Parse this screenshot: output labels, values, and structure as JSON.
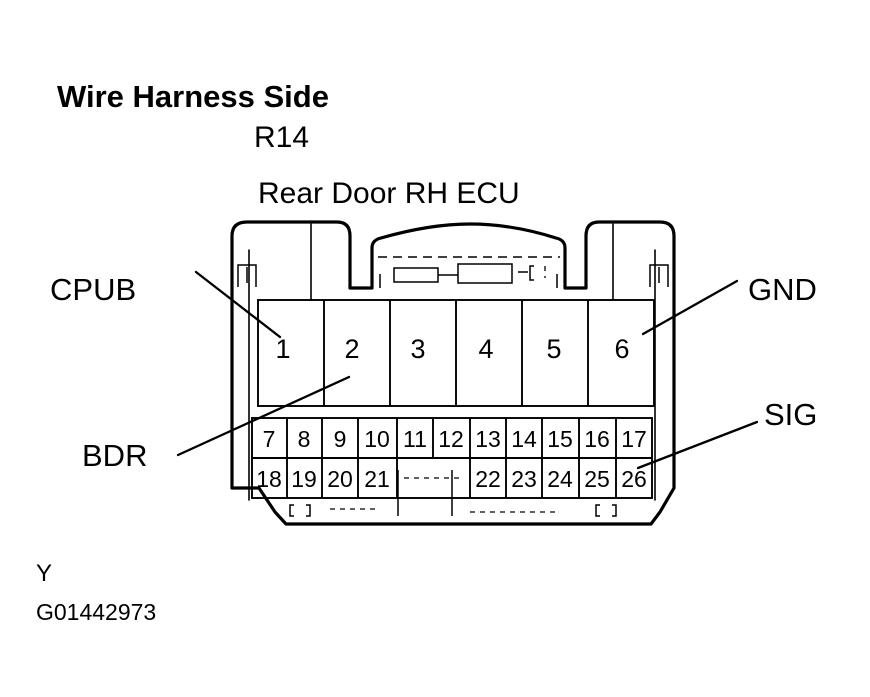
{
  "header": {
    "title": "Wire Harness Side",
    "connector_code": "R14",
    "connector_name": "Rear Door RH ECU"
  },
  "callouts": [
    {
      "label": "CPUB",
      "target_pin": "1",
      "side": "left"
    },
    {
      "label": "BDR",
      "target_pin": "2",
      "side": "left"
    },
    {
      "label": "GND",
      "target_pin": "6",
      "side": "right"
    },
    {
      "label": "SIG",
      "target_pin": "26",
      "side": "right"
    }
  ],
  "connector": {
    "row_top": [
      "1",
      "2",
      "3",
      "4",
      "5",
      "6"
    ],
    "row_middle": [
      "7",
      "8",
      "9",
      "10",
      "11",
      "12",
      "13",
      "14",
      "15",
      "16",
      "17"
    ],
    "row_bottom": [
      "18",
      "19",
      "20",
      "21",
      "",
      "22",
      "23",
      "24",
      "25",
      "26"
    ]
  },
  "footer": {
    "wire_color_code": "Y",
    "figure_id": "G01442973"
  },
  "colors": {
    "ink": "#000000",
    "background": "#ffffff"
  }
}
